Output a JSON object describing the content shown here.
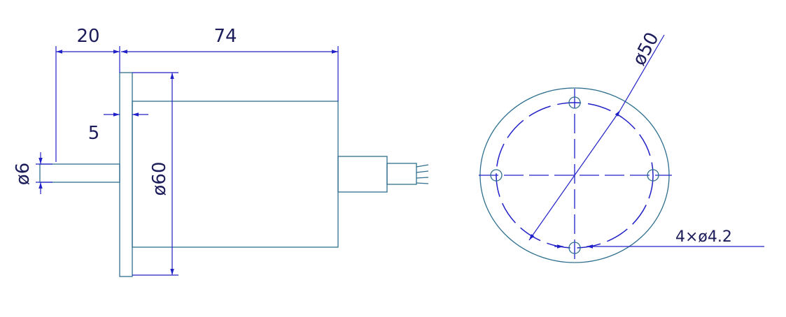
{
  "side_view": {
    "dim_shaft_length": "20",
    "dim_body_length": "74",
    "dim_flange_thickness": "5",
    "dim_shaft_diameter": "ø6",
    "dim_flange_diameter": "ø60"
  },
  "end_view": {
    "dim_bolt_circle_diameter": "ø50",
    "dim_mounting_holes": "4×ø4.2"
  },
  "colors": {
    "outline": "#2f6f8f",
    "dimension": "#2020c8",
    "text": "#1c1c5a",
    "background": "#ffffff"
  }
}
